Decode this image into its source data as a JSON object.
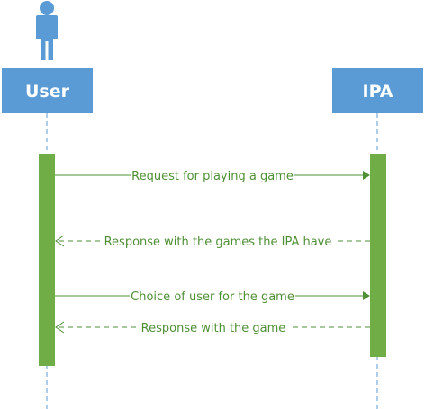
{
  "participants": {
    "user": {
      "label": "User"
    },
    "ipa": {
      "label": "IPA"
    }
  },
  "messages": [
    {
      "label": "Request for playing a game",
      "from": "User",
      "to": "IPA",
      "style": "solid"
    },
    {
      "label": "Response with the games the IPA have",
      "from": "IPA",
      "to": "User",
      "style": "dashed"
    },
    {
      "label": "Choice of user for the game",
      "from": "User",
      "to": "IPA",
      "style": "solid"
    },
    {
      "label": "Response with the game",
      "from": "IPA",
      "to": "User",
      "style": "dashed"
    }
  ],
  "colors": {
    "participant_box": "#5b9bd5",
    "activation_bar": "#70ad47",
    "message_text": "#4e8f35"
  },
  "icons": {
    "actor": "stick-figure-actor-icon"
  }
}
